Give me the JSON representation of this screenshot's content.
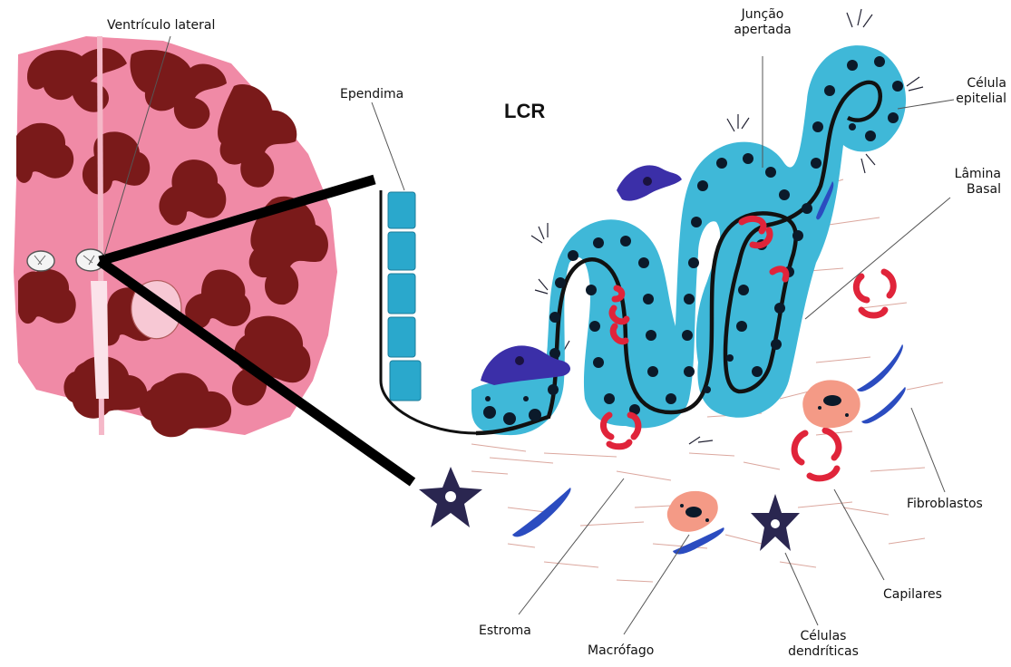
{
  "labels": {
    "ventriculo_lateral": "Ventrículo lateral",
    "ependima": "Ependima",
    "lcr": "LCR",
    "juncao_apertada_l1": "Junção",
    "juncao_apertada_l2": "apertada",
    "celula_epitelial_l1": "Célula",
    "celula_epitelial_l2": "epitelial",
    "lamina_basal_l1": "Lâmina",
    "lamina_basal_l2": "Basal",
    "fibroblastos": "Fibroblastos",
    "capilares": "Capilares",
    "celulas_dendriticas_l1": "Células",
    "celulas_dendriticas_l2": "dendríticas",
    "macrofago": "Macrófago",
    "estroma": "Estroma"
  },
  "colors": {
    "brain_pink": "#f08aa6",
    "brain_dark": "#7a1a1a",
    "epithelium": "#3fb8d8",
    "nuclei": "#0b1a2a",
    "basal_line": "#111111",
    "capillary": "#e0243a",
    "fibroblast": "#2b4cc0",
    "dendritic": "#2a2650",
    "macrophage": "#f49a86",
    "stroma_fibers": "#c8786a",
    "ependyma": "#2aa8cc",
    "epiplexus_cell": "#3b2fa8"
  }
}
